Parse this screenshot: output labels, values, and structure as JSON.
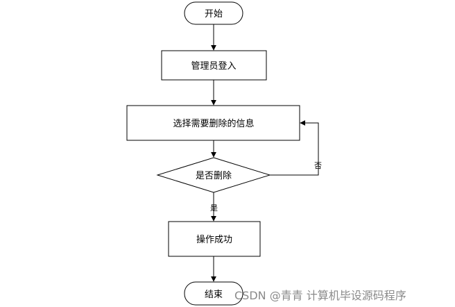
{
  "nodes": {
    "start": "开始",
    "login": "管理员登入",
    "select": "选择需要删除的信息",
    "decision": "是否删除",
    "success": "操作成功",
    "end": "结束"
  },
  "edges": {
    "no_label": "否",
    "yes_label": "是"
  },
  "watermark": "CSDN @青青  计算机毕设源码程序"
}
